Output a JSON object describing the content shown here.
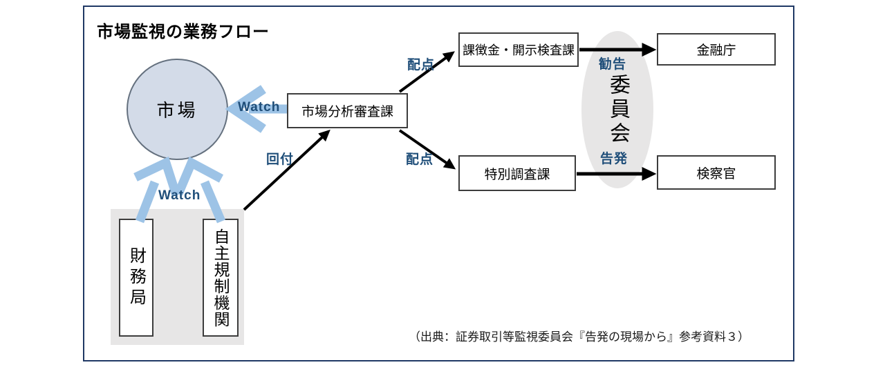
{
  "title": "市場監視の業務フロー",
  "nodes": {
    "market": "市場",
    "analysis": "市場分析審査課",
    "kachokin": "課徴金・開示検査課",
    "fsa": "金融庁",
    "special": "特別調査課",
    "prosecutor": "検察官",
    "commission": "委員会",
    "zaimu": "財務局",
    "jishu": "自主規制機関"
  },
  "labels": {
    "watch_top": "Watch",
    "watch_bottom": "Watch",
    "kaifu": "回付",
    "haiten_top": "配点",
    "haiten_bottom": "配点",
    "kankoku": "勧告",
    "kokuhatsu": "告発"
  },
  "source_note": "（出典：証券取引等監視委員会『告発の現場から』参考資料３）",
  "colors": {
    "frame_border": "#1f3864",
    "label_blue": "#1f4e79",
    "arrow_blue": "#9dc3e6",
    "circle_fill": "#d3dbe8",
    "gray_fill": "#e7e6e6",
    "arrow_black": "#000000"
  }
}
